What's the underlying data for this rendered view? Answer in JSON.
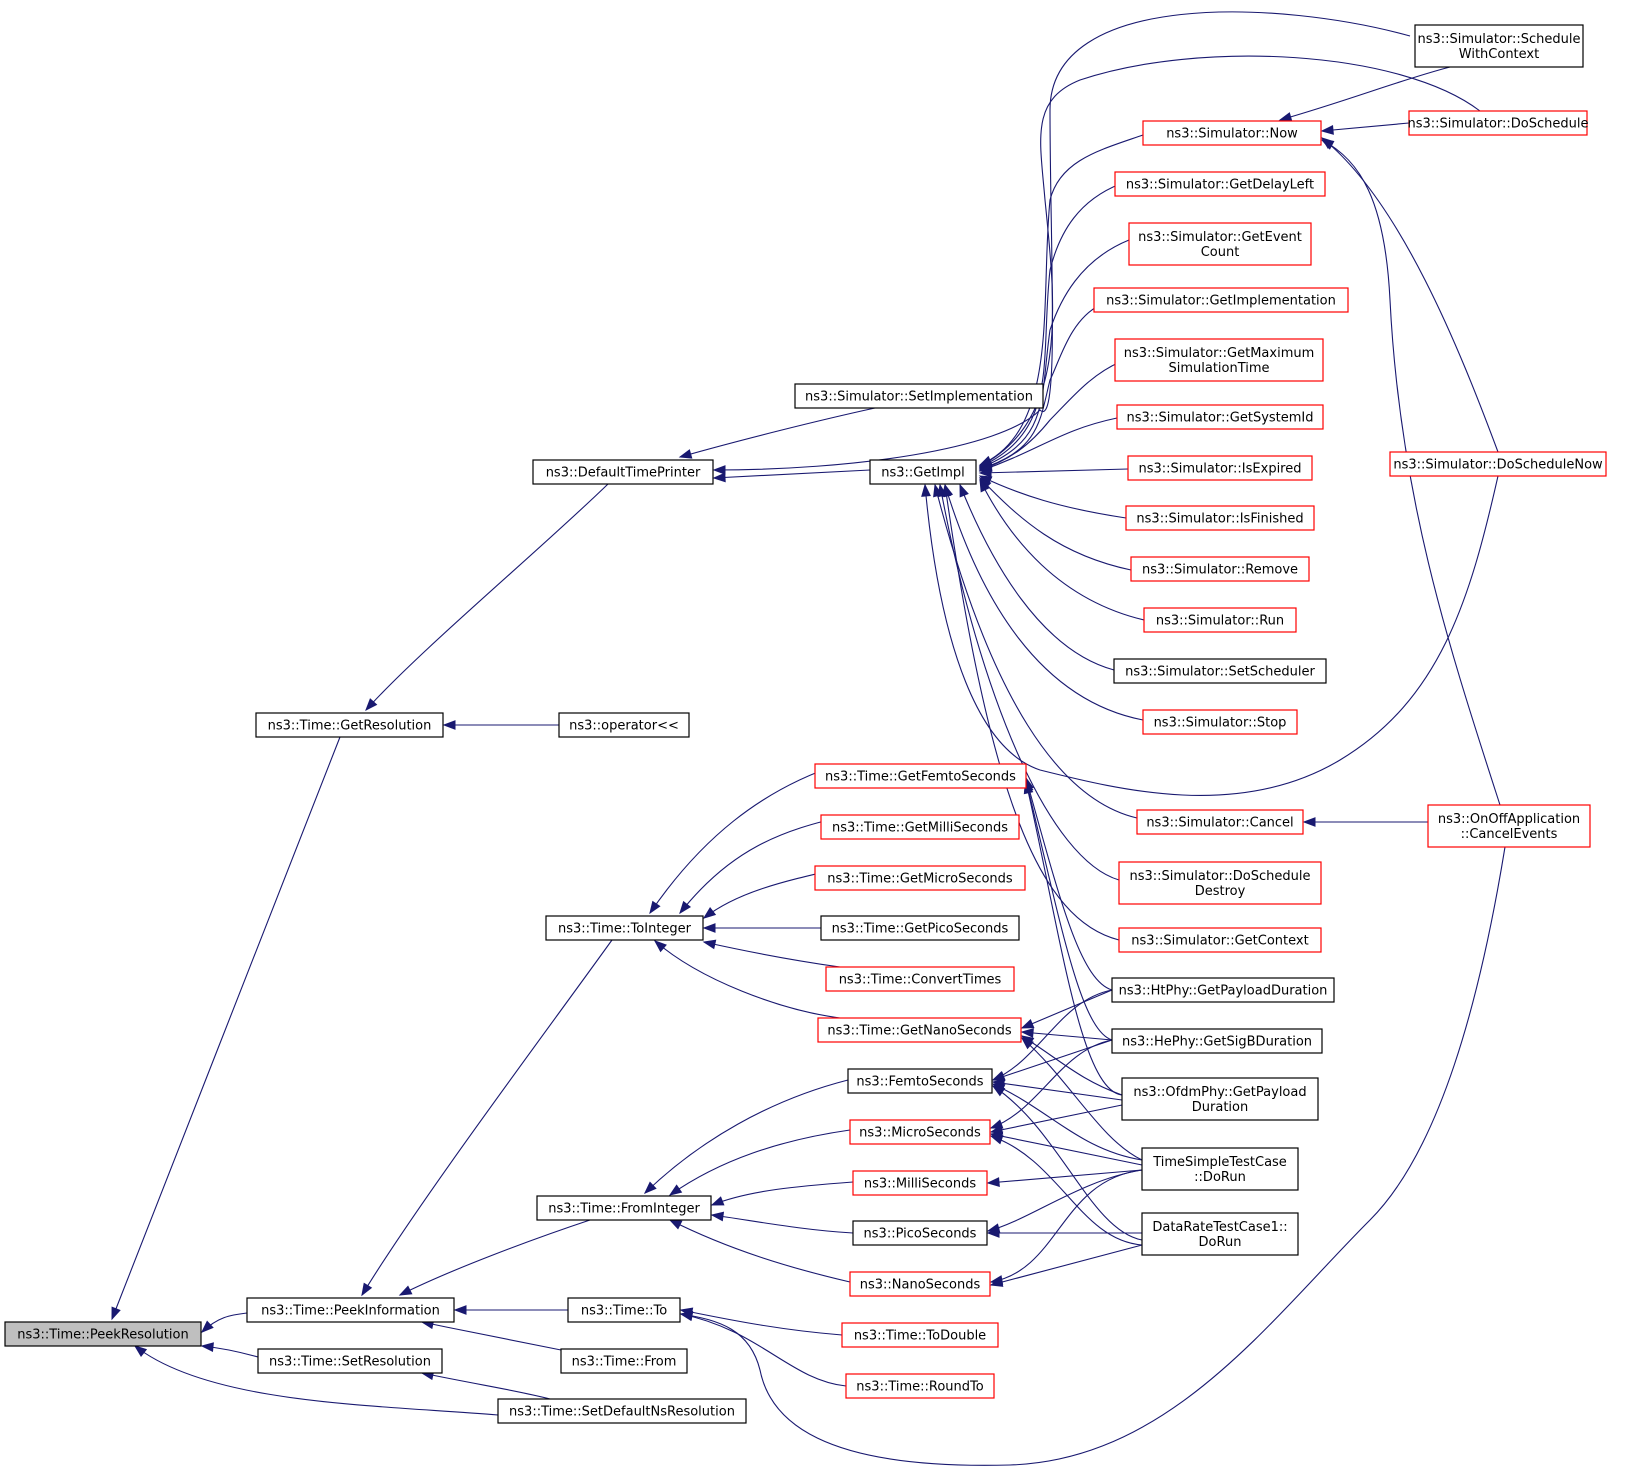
{
  "colors": {
    "edge": "#191970",
    "node_border_default": "#000000",
    "node_border_undocumented": "#ff0000",
    "node_fill_default": "#ffffff",
    "node_fill_focus": "#bfbfbf"
  },
  "nodes": [
    {
      "id": "peekres",
      "lines": [
        "ns3::Time::PeekResolution"
      ],
      "style": "focus"
    },
    {
      "id": "getres",
      "lines": [
        "ns3::Time::GetResolution"
      ],
      "style": "black"
    },
    {
      "id": "peekinfo",
      "lines": [
        "ns3::Time::PeekInformation"
      ],
      "style": "black"
    },
    {
      "id": "setres",
      "lines": [
        "ns3::Time::SetResolution"
      ],
      "style": "black"
    },
    {
      "id": "setdefns",
      "lines": [
        "ns3::Time::SetDefaultNsResolution"
      ],
      "style": "black"
    },
    {
      "id": "deftp",
      "lines": [
        "ns3::DefaultTimePrinter"
      ],
      "style": "black"
    },
    {
      "id": "oplt",
      "lines": [
        "ns3::operator<<"
      ],
      "style": "black"
    },
    {
      "id": "toint",
      "lines": [
        "ns3::Time::ToInteger"
      ],
      "style": "black"
    },
    {
      "id": "fromint",
      "lines": [
        "ns3::Time::FromInteger"
      ],
      "style": "black"
    },
    {
      "id": "to",
      "lines": [
        "ns3::Time::To"
      ],
      "style": "black"
    },
    {
      "id": "from",
      "lines": [
        "ns3::Time::From"
      ],
      "style": "black"
    },
    {
      "id": "simsetimpl",
      "lines": [
        "ns3::Simulator::SetImplementation"
      ],
      "style": "black"
    },
    {
      "id": "getimpl",
      "lines": [
        "ns3::GetImpl"
      ],
      "style": "black"
    },
    {
      "id": "getfemto",
      "lines": [
        "ns3::Time::GetFemtoSeconds"
      ],
      "style": "red"
    },
    {
      "id": "getmilli",
      "lines": [
        "ns3::Time::GetMilliSeconds"
      ],
      "style": "red"
    },
    {
      "id": "getmicro",
      "lines": [
        "ns3::Time::GetMicroSeconds"
      ],
      "style": "red"
    },
    {
      "id": "getpico",
      "lines": [
        "ns3::Time::GetPicoSeconds"
      ],
      "style": "black"
    },
    {
      "id": "convtimes",
      "lines": [
        "ns3::Time::ConvertTimes"
      ],
      "style": "red"
    },
    {
      "id": "getnano",
      "lines": [
        "ns3::Time::GetNanoSeconds"
      ],
      "style": "red"
    },
    {
      "id": "femto",
      "lines": [
        "ns3::FemtoSeconds"
      ],
      "style": "black"
    },
    {
      "id": "micro",
      "lines": [
        "ns3::MicroSeconds"
      ],
      "style": "red"
    },
    {
      "id": "milli",
      "lines": [
        "ns3::MilliSeconds"
      ],
      "style": "red"
    },
    {
      "id": "pico",
      "lines": [
        "ns3::PicoSeconds"
      ],
      "style": "black"
    },
    {
      "id": "nano",
      "lines": [
        "ns3::NanoSeconds"
      ],
      "style": "red"
    },
    {
      "id": "todouble",
      "lines": [
        "ns3::Time::ToDouble"
      ],
      "style": "red"
    },
    {
      "id": "roundto",
      "lines": [
        "ns3::Time::RoundTo"
      ],
      "style": "red"
    },
    {
      "id": "simnow",
      "lines": [
        "ns3::Simulator::Now"
      ],
      "style": "red"
    },
    {
      "id": "simgetdelay",
      "lines": [
        "ns3::Simulator::GetDelayLeft"
      ],
      "style": "red"
    },
    {
      "id": "simgetevent",
      "lines": [
        "ns3::Simulator::GetEvent",
        "Count"
      ],
      "style": "red"
    },
    {
      "id": "simgetimpl",
      "lines": [
        "ns3::Simulator::GetImplementation"
      ],
      "style": "red"
    },
    {
      "id": "simgetmax",
      "lines": [
        "ns3::Simulator::GetMaximum",
        "SimulationTime"
      ],
      "style": "red"
    },
    {
      "id": "simgetsys",
      "lines": [
        "ns3::Simulator::GetSystemId"
      ],
      "style": "red"
    },
    {
      "id": "simisexp",
      "lines": [
        "ns3::Simulator::IsExpired"
      ],
      "style": "red"
    },
    {
      "id": "simisfin",
      "lines": [
        "ns3::Simulator::IsFinished"
      ],
      "style": "red"
    },
    {
      "id": "simremove",
      "lines": [
        "ns3::Simulator::Remove"
      ],
      "style": "red"
    },
    {
      "id": "simrun",
      "lines": [
        "ns3::Simulator::Run"
      ],
      "style": "red"
    },
    {
      "id": "simsetsched",
      "lines": [
        "ns3::Simulator::SetScheduler"
      ],
      "style": "black"
    },
    {
      "id": "simstop",
      "lines": [
        "ns3::Simulator::Stop"
      ],
      "style": "red"
    },
    {
      "id": "simcancel",
      "lines": [
        "ns3::Simulator::Cancel"
      ],
      "style": "red"
    },
    {
      "id": "simdosched",
      "lines": [
        "ns3::Simulator::DoSchedule",
        "Destroy"
      ],
      "style": "red"
    },
    {
      "id": "simgetctx",
      "lines": [
        "ns3::Simulator::GetContext"
      ],
      "style": "red"
    },
    {
      "id": "htphy",
      "lines": [
        "ns3::HtPhy::GetPayloadDuration"
      ],
      "style": "black"
    },
    {
      "id": "hephy",
      "lines": [
        "ns3::HePhy::GetSigBDuration"
      ],
      "style": "black"
    },
    {
      "id": "ofdmphy",
      "lines": [
        "ns3::OfdmPhy::GetPayload",
        "Duration"
      ],
      "style": "black"
    },
    {
      "id": "timesimple",
      "lines": [
        "TimeSimpleTestCase",
        "::DoRun"
      ],
      "style": "black"
    },
    {
      "id": "datarate",
      "lines": [
        "DataRateTestCase1::",
        "DoRun"
      ],
      "style": "black"
    },
    {
      "id": "simschedctx",
      "lines": [
        "ns3::Simulator::Schedule",
        "WithContext"
      ],
      "style": "black"
    },
    {
      "id": "simdoschedule",
      "lines": [
        "ns3::Simulator::DoSchedule"
      ],
      "style": "red"
    },
    {
      "id": "simdoschednow",
      "lines": [
        "ns3::Simulator::DoScheduleNow"
      ],
      "style": "red"
    },
    {
      "id": "onoffcancel",
      "lines": [
        "ns3::OnOffApplication",
        "::CancelEvents"
      ],
      "style": "red"
    }
  ]
}
